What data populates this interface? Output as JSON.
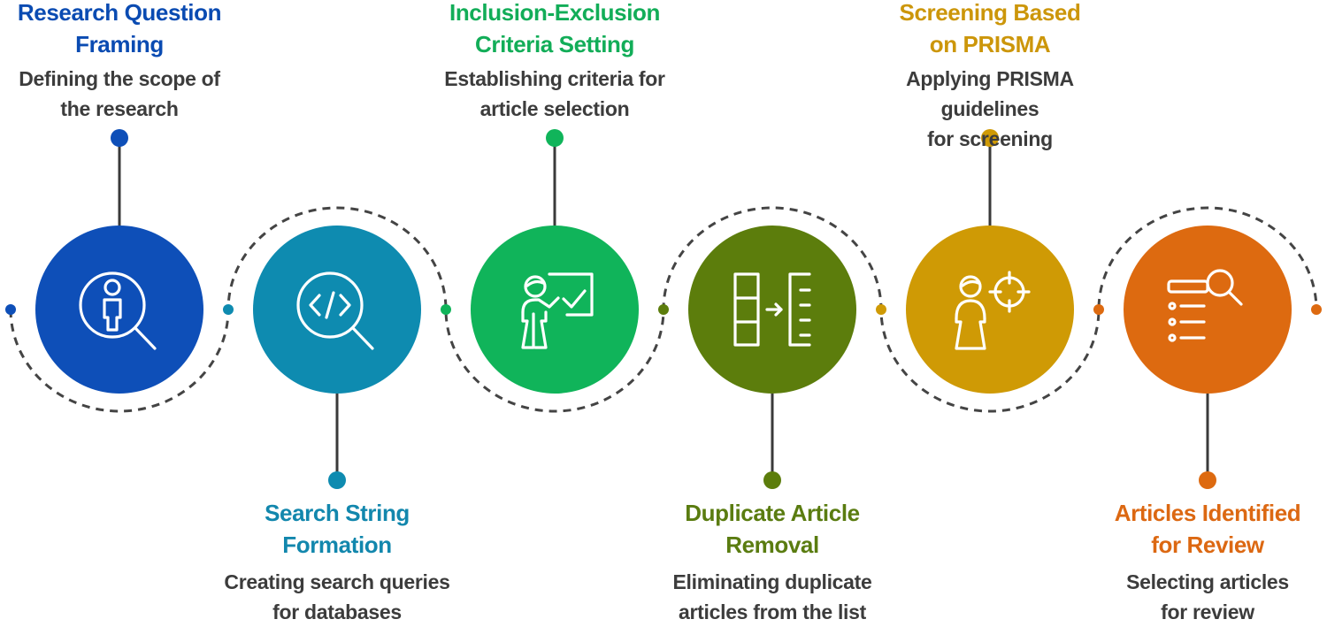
{
  "steps": [
    {
      "title": "Research Question Framing",
      "title_lines": [
        "Research Question",
        "Framing"
      ],
      "desc_lines": [
        "Defining the scope of",
        "the research"
      ],
      "color": "#0e4fb8",
      "text_color": "#0a4bb2",
      "icon": "person-search-icon",
      "position": "top"
    },
    {
      "title": "Search String Formation",
      "title_lines": [
        "Search String",
        "Formation"
      ],
      "desc_lines": [
        "Creating search queries",
        "for databases"
      ],
      "color": "#0e8bb0",
      "text_color": "#1287ad",
      "icon": "code-search-icon",
      "position": "bottom"
    },
    {
      "title": "Inclusion-Exclusion Criteria Setting",
      "title_lines": [
        "Inclusion-Exclusion",
        "Criteria Setting"
      ],
      "desc_lines": [
        "Establishing criteria for",
        "article selection"
      ],
      "color": "#10b45a",
      "text_color": "#12ad58",
      "icon": "presenter-check-icon",
      "position": "top"
    },
    {
      "title": "Duplicate Article Removal",
      "title_lines": [
        "Duplicate Article",
        "Removal"
      ],
      "desc_lines": [
        "Eliminating duplicate",
        "articles from the list"
      ],
      "color": "#5c7d0c",
      "text_color": "#5a7c10",
      "icon": "transfer-columns-icon",
      "position": "bottom"
    },
    {
      "title": "Screening Based on PRISMA",
      "title_lines": [
        "Screening Based",
        "on PRISMA"
      ],
      "desc_lines": [
        "Applying PRISMA guidelines",
        "for screening"
      ],
      "color": "#cf9a05",
      "text_color": "#cc960a",
      "icon": "person-target-icon",
      "position": "top"
    },
    {
      "title": "Articles Identified for Review",
      "title_lines": [
        "Articles Identified",
        "for Review"
      ],
      "desc_lines": [
        "Selecting articles",
        "for review"
      ],
      "color": "#dd6a10",
      "text_color": "#dc6812",
      "icon": "list-search-icon",
      "position": "bottom"
    }
  ],
  "colors": {
    "dashed_path": "#444444",
    "description_text": "#3c3c3c"
  }
}
